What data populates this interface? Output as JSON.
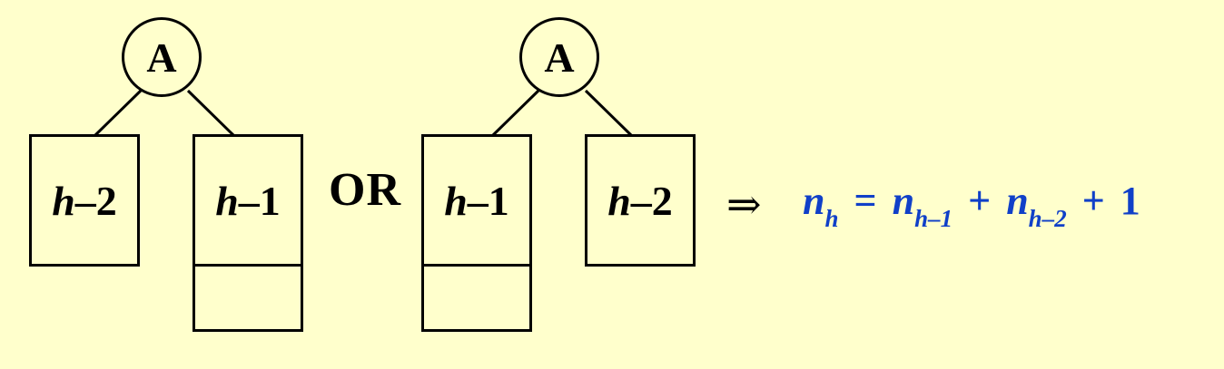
{
  "left_tree": {
    "root": "A",
    "left_box": {
      "var": "h",
      "rest": "–2"
    },
    "right_box": {
      "var": "h",
      "rest": "–1"
    }
  },
  "or_text": "OR",
  "right_tree": {
    "root": "A",
    "left_box": {
      "var": "h",
      "rest": "–1"
    },
    "right_box": {
      "var": "h",
      "rest": "–2"
    }
  },
  "implies_symbol": "⇒",
  "formula": {
    "lhs_var": "n",
    "lhs_sub": "h",
    "eq": "=",
    "t1_var": "n",
    "t1_sub": "h–1",
    "plus1": "+",
    "t2_var": "n",
    "t2_sub": "h–2",
    "plus2": "+",
    "const": "1"
  },
  "colors": {
    "background": "#ffffcc",
    "lines": "#000000",
    "formula": "#1040c8"
  }
}
